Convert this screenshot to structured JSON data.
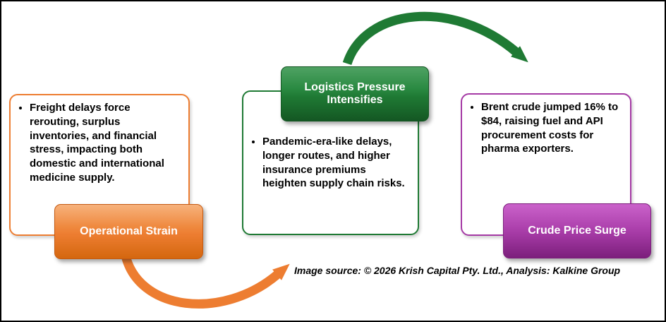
{
  "diagram": {
    "boxes": {
      "operational": {
        "title": "Operational Strain",
        "detail": "Freight delays force rerouting, surplus inventories, and financial stress, impacting both domestic and international medicine supply."
      },
      "logistics": {
        "title": "Logistics Pressure Intensifies",
        "detail": "Pandemic-era-like delays, longer routes, and higher insurance premiums heighten supply chain risks."
      },
      "crude": {
        "title": "Crude Price Surge",
        "detail": "Brent crude jumped 16% to $84, raising fuel and API procurement costs for pharma exporters."
      }
    },
    "icons": {
      "green_arrow": "curved-arrow-right-down",
      "orange_arrow": "curved-arrow-right-up"
    },
    "colors": {
      "accent_orange": "#ED7D31",
      "accent_green": "#1F7A34",
      "accent_purple": "#A53AA5",
      "text": "#000000",
      "background": "#FFFFFF"
    }
  },
  "caption": "Image source: © 2026 Krish Capital Pty. Ltd., Analysis: Kalkine Group"
}
